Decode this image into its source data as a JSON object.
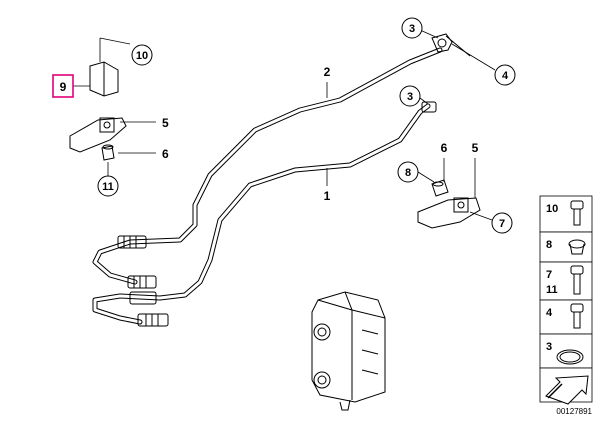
{
  "labels": {
    "l10": "10",
    "l9": "9",
    "l5a": "5",
    "l6a": "6",
    "l11": "11",
    "l2": "2",
    "l3a": "3",
    "l3b": "3",
    "l4": "4",
    "l1": "1",
    "l6b": "6",
    "l5b": "5",
    "l8": "8",
    "l7": "7"
  },
  "panel": {
    "items": [
      "10",
      "8",
      "7",
      "11",
      "4",
      "3"
    ]
  },
  "diagram_id": "00127891",
  "colors": {
    "highlight": "#e0007a",
    "line": "#000000"
  }
}
